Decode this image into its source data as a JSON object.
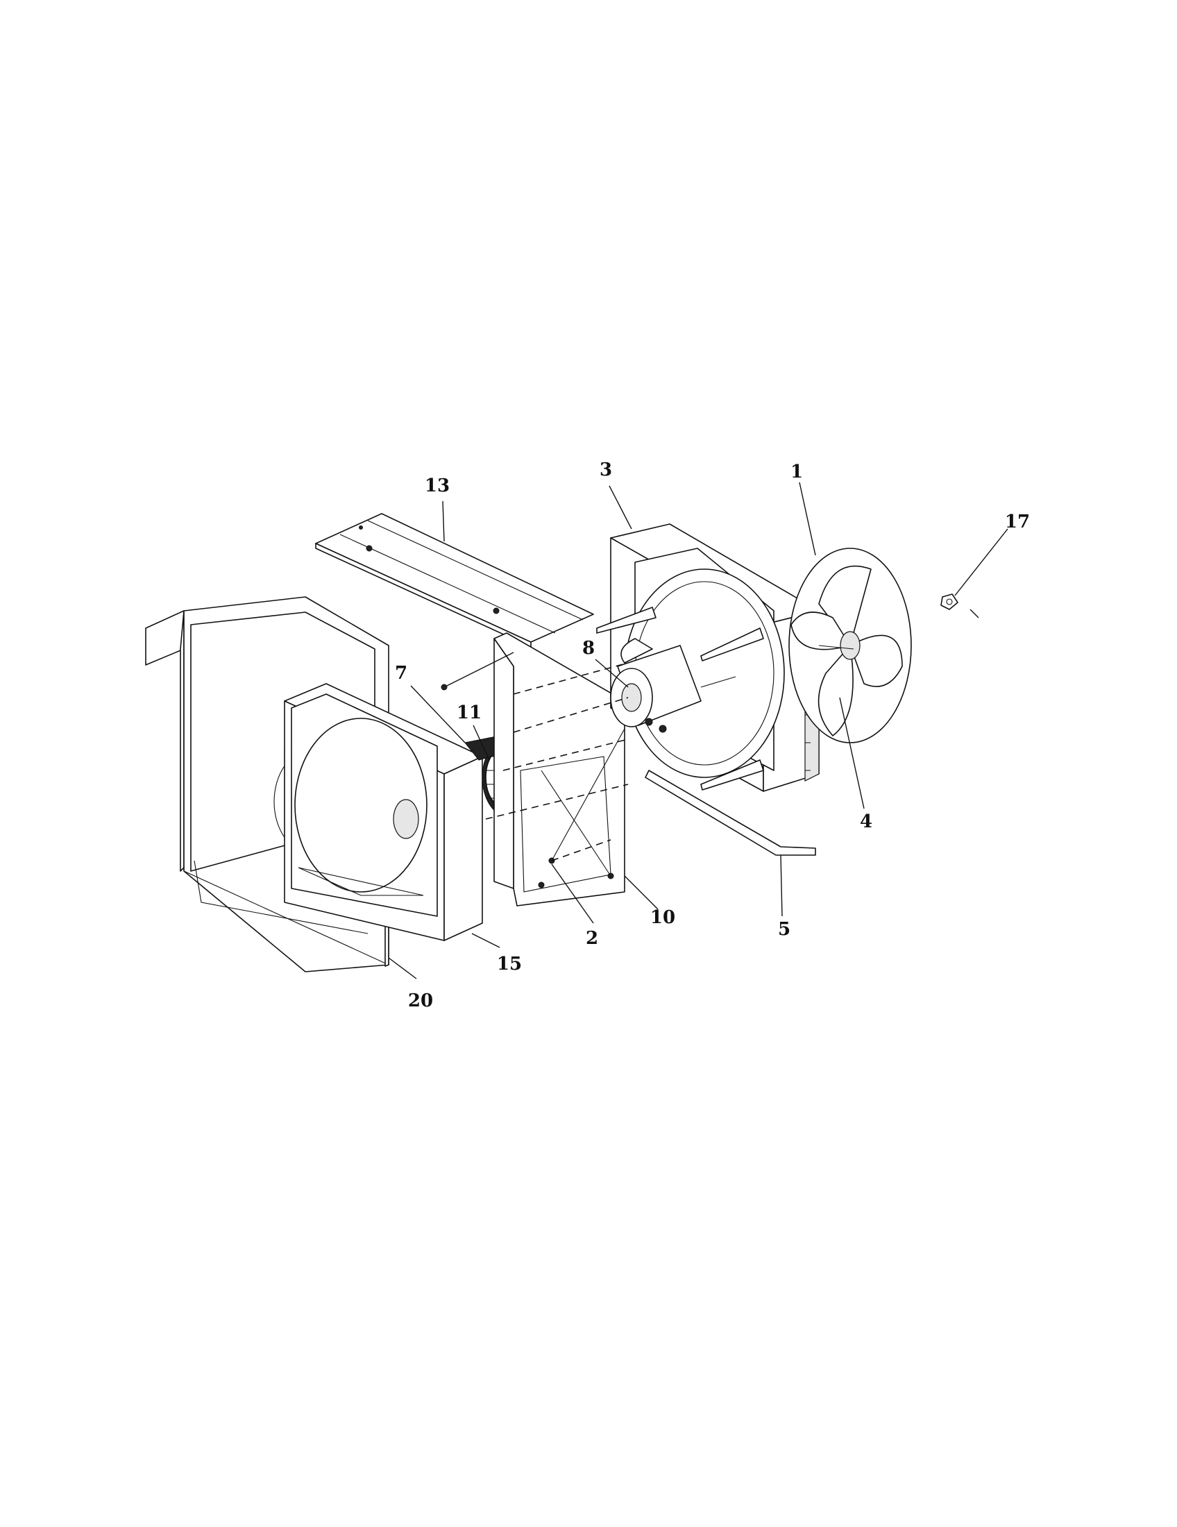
{
  "diagram": {
    "type": "exploded-parts-view",
    "callouts": [
      {
        "id": "callout-1",
        "label": "1"
      },
      {
        "id": "callout-2",
        "label": "2"
      },
      {
        "id": "callout-3",
        "label": "3"
      },
      {
        "id": "callout-4",
        "label": "4"
      },
      {
        "id": "callout-5",
        "label": "5"
      },
      {
        "id": "callout-7",
        "label": "7"
      },
      {
        "id": "callout-8",
        "label": "8"
      },
      {
        "id": "callout-10",
        "label": "10"
      },
      {
        "id": "callout-11",
        "label": "11"
      },
      {
        "id": "callout-13",
        "label": "13"
      },
      {
        "id": "callout-15",
        "label": "15"
      },
      {
        "id": "callout-17",
        "label": "17"
      },
      {
        "id": "callout-20",
        "label": "20"
      }
    ]
  }
}
